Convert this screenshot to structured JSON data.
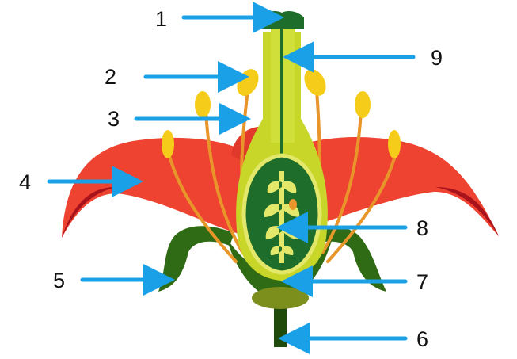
{
  "labels": [
    {
      "id": "1",
      "text": "1"
    },
    {
      "id": "2",
      "text": "2"
    },
    {
      "id": "3",
      "text": "3"
    },
    {
      "id": "4",
      "text": "4"
    },
    {
      "id": "5",
      "text": "5"
    },
    {
      "id": "6",
      "text": "6"
    },
    {
      "id": "7",
      "text": "7"
    },
    {
      "id": "8",
      "text": "8"
    },
    {
      "id": "9",
      "text": "9"
    }
  ],
  "colors": {
    "petal": "#ee4331",
    "petal_dark": "#a8121a",
    "sepal": "#2f6b14",
    "sepal_dark": "#1f4a0c",
    "ovary_outer": "#c8d62a",
    "ovary_inner": "#1e6d2a",
    "ovule": "#e3e86a",
    "style": "#c5d42b",
    "filament": "#e8962a",
    "anther": "#f6cc1a",
    "arrow": "#1aa0e6"
  }
}
